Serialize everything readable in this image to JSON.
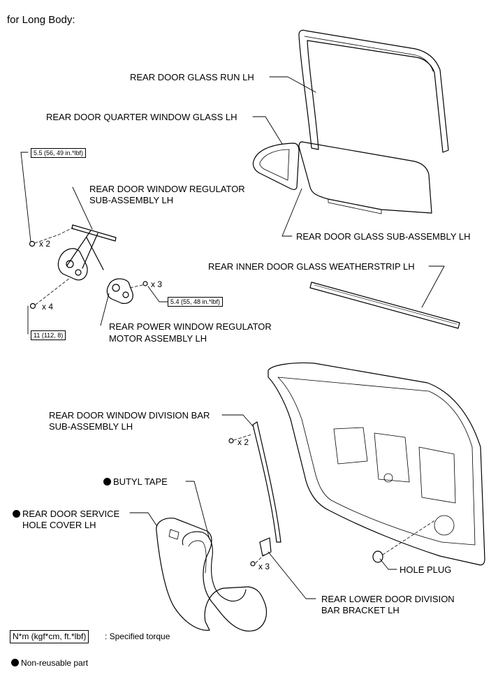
{
  "heading": "for Long Body:",
  "parts": {
    "glass_run": "REAR DOOR GLASS RUN LH",
    "quarter_glass": "REAR DOOR QUARTER WINDOW GLASS LH",
    "regulator_1": "REAR DOOR WINDOW REGULATOR",
    "regulator_2": "SUB-ASSEMBLY LH",
    "glass_sub": "REAR DOOR GLASS SUB-ASSEMBLY LH",
    "weatherstrip": "REAR INNER DOOR GLASS WEATHERSTRIP LH",
    "motor_1": "REAR POWER WINDOW REGULATOR",
    "motor_2": "MOTOR ASSEMBLY LH",
    "division_bar_1": "REAR DOOR WINDOW DIVISION BAR",
    "division_bar_2": "SUB-ASSEMBLY LH",
    "butyl_tape": "BUTYL TAPE",
    "service_cover_1": "REAR DOOR SERVICE",
    "service_cover_2": "HOLE COVER LH",
    "hole_plug": "HOLE PLUG",
    "lower_bracket_1": "REAR LOWER DOOR DIVISION",
    "lower_bracket_2": "BAR BRACKET LH"
  },
  "torques": {
    "regulator_bolt": "5.5 (56, 49 in.*lbf)",
    "motor_bolt": "5.4 (55, 48 in.*lbf)",
    "regulator_nut": "11 (112, 8)"
  },
  "quantities": {
    "reg_bolt": "x 2",
    "motor_bolt": "x 3",
    "reg_nut": "x 4",
    "div_bar_nut": "x 2",
    "bracket_nut": "x 3"
  },
  "legend": {
    "torque_box": "N*m (kgf*cm, ft.*lbf)",
    "torque_text": ": Specified torque",
    "nonreusable_text": "Non-reusable part"
  },
  "icons": {
    "non_reusable": "filled-circle-icon"
  }
}
